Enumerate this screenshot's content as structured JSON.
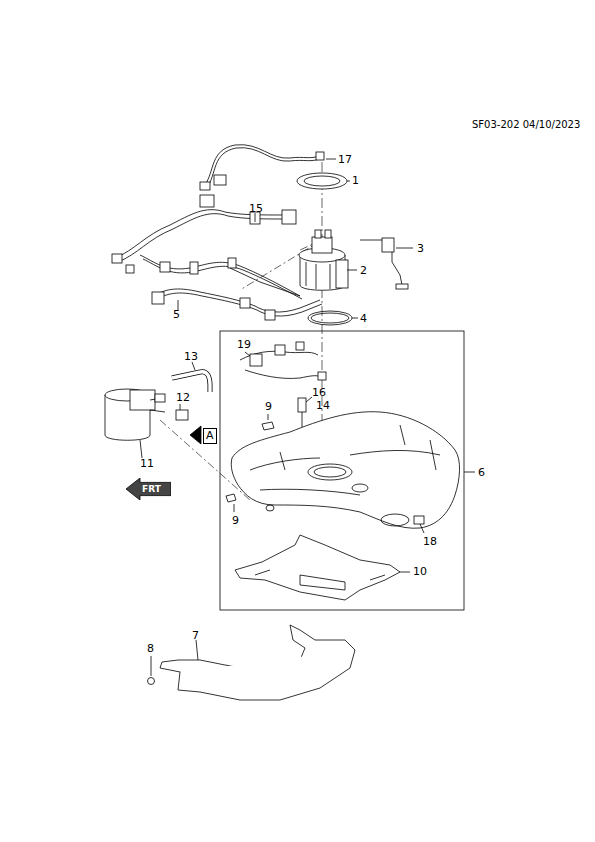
{
  "diagram": {
    "nodes": [
      {
        "text": [
          "A"
        ]
      },
      {
        "text": [
          "FRT"
        ]
      }
    ],
    "labels": [
      "SF03-202 04/10/2023",
      "17",
      "1",
      "15",
      "3",
      "2",
      "5",
      "4",
      "13",
      "19",
      "16",
      "12",
      "14",
      "9",
      "11",
      "6",
      "9",
      "18",
      "10",
      "7",
      "8"
    ]
  }
}
